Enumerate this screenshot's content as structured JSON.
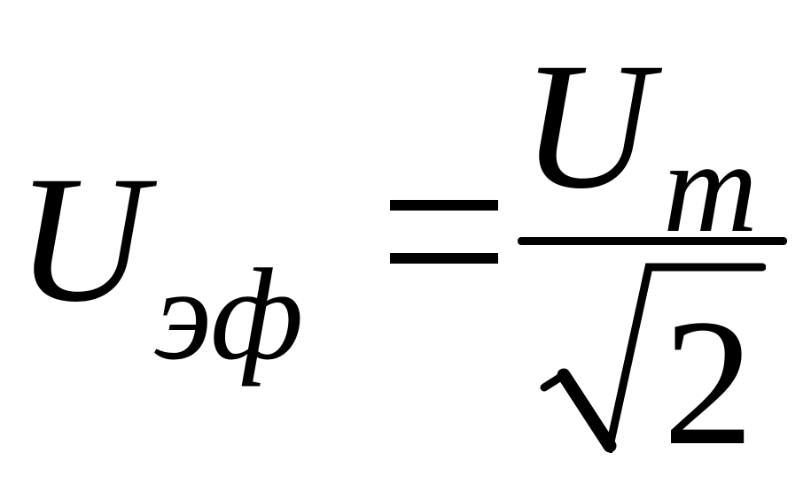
{
  "formula": {
    "lhs": {
      "symbol": "U",
      "subscript": "эф"
    },
    "relation": "=",
    "rhs": {
      "numerator": {
        "symbol": "U",
        "subscript": "m"
      },
      "denominator": {
        "radical": "√",
        "radicand": "2"
      }
    }
  }
}
